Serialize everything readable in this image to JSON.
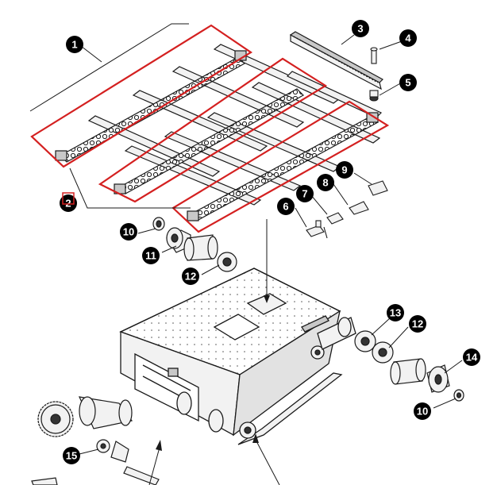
{
  "colors": {
    "line": "#1a1a1a",
    "highlight": "#d42020",
    "callout_fill": "#000000",
    "callout_text": "#ffffff",
    "part_fill": "#f2f2f2",
    "part_shade": "#c8c8c8"
  },
  "callouts": [
    {
      "id": "c1",
      "label": "1"
    },
    {
      "id": "c2",
      "label": "2"
    },
    {
      "id": "c3",
      "label": "3"
    },
    {
      "id": "c4",
      "label": "4"
    },
    {
      "id": "c5",
      "label": "5"
    },
    {
      "id": "c6",
      "label": "6"
    },
    {
      "id": "c7",
      "label": "7"
    },
    {
      "id": "c8",
      "label": "8"
    },
    {
      "id": "c9",
      "label": "9"
    },
    {
      "id": "c10a",
      "label": "10"
    },
    {
      "id": "c11",
      "label": "11"
    },
    {
      "id": "c12a",
      "label": "12"
    },
    {
      "id": "c13",
      "label": "13"
    },
    {
      "id": "c12b",
      "label": "12"
    },
    {
      "id": "c14",
      "label": "14"
    },
    {
      "id": "c10b",
      "label": "10"
    },
    {
      "id": "c15",
      "label": "15"
    }
  ]
}
